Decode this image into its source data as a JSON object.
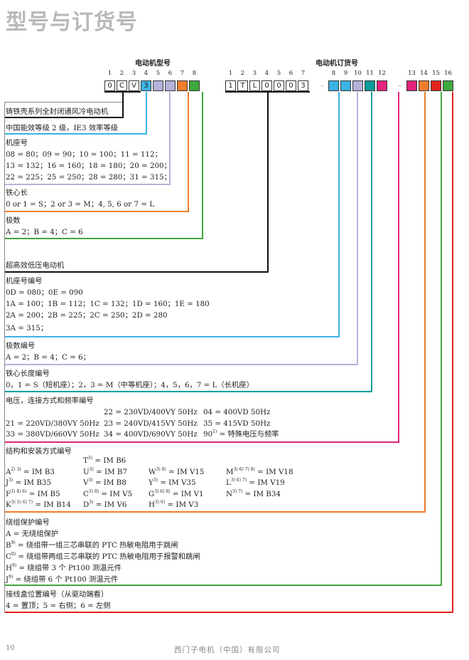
{
  "page_title": "型号与订货号",
  "model": {
    "header": "电动机型号",
    "positions": [
      "1",
      "2",
      "3",
      "4",
      "5",
      "6",
      "7",
      "8"
    ],
    "boxes": [
      "0",
      "C",
      "V",
      "3",
      "",
      "",
      "",
      ""
    ]
  },
  "order": {
    "header": "电动机订货号",
    "positions_a": [
      "1",
      "2",
      "3",
      "4",
      "5",
      "6",
      "7"
    ],
    "boxes_a": [
      "1",
      "T",
      "L",
      "0",
      "0",
      "0",
      "3"
    ],
    "dash1": "–",
    "positions_b": [
      "8",
      "9",
      "10",
      "11",
      "12"
    ],
    "dash2": "–",
    "positions_c": [
      "13",
      "14",
      "15",
      "16"
    ]
  },
  "colors": {
    "black": "#111111",
    "blue": "#3ab3e3",
    "lavender": "#b4b2db",
    "orange": "#ef7d2d",
    "green": "#3fa83d",
    "teal": "#0a9c9c",
    "magenta": "#e2227b",
    "red": "#e2231a",
    "gray_frame": "#888888"
  },
  "sections": {
    "s1": {
      "title": "铸铁壳系列全封闭通风冷电动机"
    },
    "s2": {
      "title": "中国能效等级 2 级，IE3 效率等级"
    },
    "s3": {
      "title": "机座号",
      "lines": [
        "08 = 80；09 = 90；10 = 100；11 = 112；",
        "13 = 132；16 = 160；18 = 180；20 = 200；",
        "22 = 225；25 = 250；28 = 280；31 = 315；"
      ]
    },
    "s4": {
      "title": "铁心长",
      "lines": [
        "0 or 1 = S；2 or 3 = M；4, 5, 6 or 7 = L"
      ]
    },
    "s5": {
      "title": "极数",
      "lines": [
        "A = 2；B = 4；C = 6"
      ]
    },
    "s6": {
      "title": "超高效低压电动机"
    },
    "s7": {
      "title": "机座号编号",
      "lines": [
        "0D = 080；0E = 090",
        "1A = 100；1B = 112；1C = 132；1D = 160；1E = 180",
        "2A = 200；2B = 225；2C = 250；2D = 280",
        "3A = 315；"
      ]
    },
    "s8": {
      "title": "极数编号",
      "lines": [
        "A = 2；B = 4；C = 6；"
      ]
    },
    "s9": {
      "title": "铁心长度编号",
      "lines": [
        "0，1 = S（短机座）；2，3 = M（中等机座）；4，5，6，7 = L（长机座）"
      ]
    },
    "s10": {
      "title": "电压，连接方式和频率编号",
      "cells": {
        "r1c2": "22 = 230VD/400VY 50Hz",
        "r1c3": "04 = 400VD 50Hz",
        "r2c1": "21 = 220VD/380VY 50Hz",
        "r2c2": "23 = 240VD/415VY 50Hz",
        "r2c3": "35 = 415VD 50Hz",
        "r3c1": "33 = 380VD/660VY 50Hz",
        "r3c2": "34 = 400VD/690VY 50Hz",
        "r3c3_code": "90",
        "r3c3_sup": "1)",
        "r3c3_text": " = 特殊电压与频率"
      }
    },
    "s11": {
      "title": "结构和安装方式编号",
      "items": [
        {
          "code": "T",
          "sup": "3)",
          "text": " = IM B6"
        },
        {
          "code": "A",
          "sup": "2) 3)",
          "text": " = IM B3"
        },
        {
          "code": "U",
          "sup": "3)",
          "text": " = IM B7"
        },
        {
          "code": "W",
          "sup": "3) 8)",
          "text": " = IM V15"
        },
        {
          "code": "M",
          "sup": "3) 6) 7) 8)",
          "text": " = IM V18"
        },
        {
          "code": "J",
          "sup": "3)",
          "text": " = IM B35"
        },
        {
          "code": "V",
          "sup": "3)",
          "text": " = IM B8"
        },
        {
          "code": "Y",
          "sup": "3)",
          "text": " = IM V35"
        },
        {
          "code": "L",
          "sup": "3) 6) 7)",
          "text": " = IM V19"
        },
        {
          "code": "F",
          "sup": "3) 4) 6)",
          "text": " = IM B5"
        },
        {
          "code": "C",
          "sup": "3) 8)",
          "text": " = IM V5"
        },
        {
          "code": "G",
          "sup": "3) 6) 8)",
          "text": " = IM V1"
        },
        {
          "code": "N",
          "sup": "3) 7)",
          "text": " = IM B34"
        },
        {
          "code": "K",
          "sup": "3) 5) 6) 7)",
          "text": " = IM B14"
        },
        {
          "code": "D",
          "sup": "3)",
          "text": " = IM V6"
        },
        {
          "code": "H",
          "sup": "3) 6)",
          "text": " = IM V3"
        }
      ]
    },
    "s12": {
      "title": "绕组保护编号",
      "items": [
        {
          "code": "A",
          "sup": "",
          "text": "   = 无绕组保护"
        },
        {
          "code": "B",
          "sup": "9)",
          "text": " = 绕组带一组三芯串联的 PTC 热敏电阻用于跳闸"
        },
        {
          "code": "C",
          "sup": "9)",
          "text": " = 绕组带两组三芯串联的 PTC 热敏电阻用于报警和跳闸"
        },
        {
          "code": "H",
          "sup": "9)",
          "text": " = 绕组带 3 个 Pt100 测温元件"
        },
        {
          "code": "J",
          "sup": "9)",
          "text": " = 绕组带 6 个 Pt100 测温元件"
        }
      ]
    },
    "s13": {
      "title": "接线盒位置编号（从驱动端看）",
      "lines": [
        "4 = 置顶；5 = 右侧；6 = 左侧"
      ]
    }
  },
  "footer": {
    "page_number": "10",
    "company": "西门子电机（中国）有限公司"
  }
}
